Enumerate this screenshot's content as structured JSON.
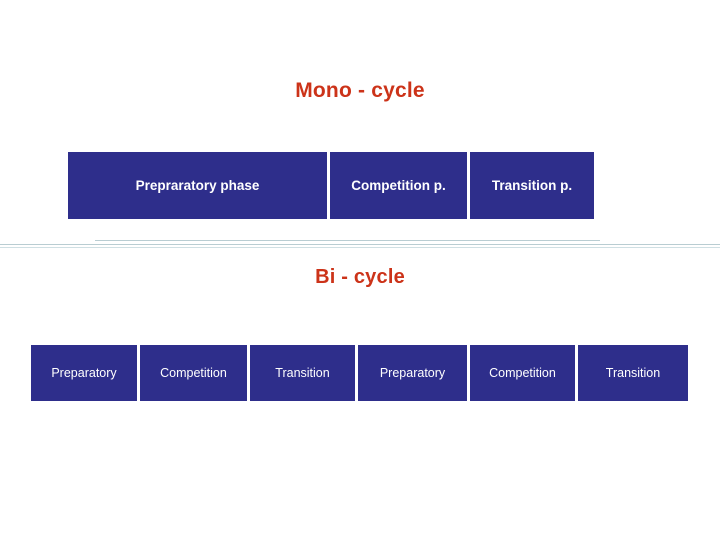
{
  "slide": {
    "background_color": "#ffffff",
    "accent_title_color": "#cc3319",
    "bar_fill_color": "#2e2e8b",
    "bar_text_color": "#ffffff",
    "divider_color": "#b9cdd2"
  },
  "mono_cycle": {
    "title": "Mono - cycle",
    "phases": [
      {
        "label": "Prepraratory phase"
      },
      {
        "label": "Competition p."
      },
      {
        "label": "Transition p."
      }
    ]
  },
  "bi_cycle": {
    "title": "Bi - cycle",
    "phases": [
      {
        "label": "Preparatory"
      },
      {
        "label": "Competition"
      },
      {
        "label": "Transition"
      },
      {
        "label": "Preparatory"
      },
      {
        "label": "Competition"
      },
      {
        "label": "Transition"
      }
    ]
  }
}
